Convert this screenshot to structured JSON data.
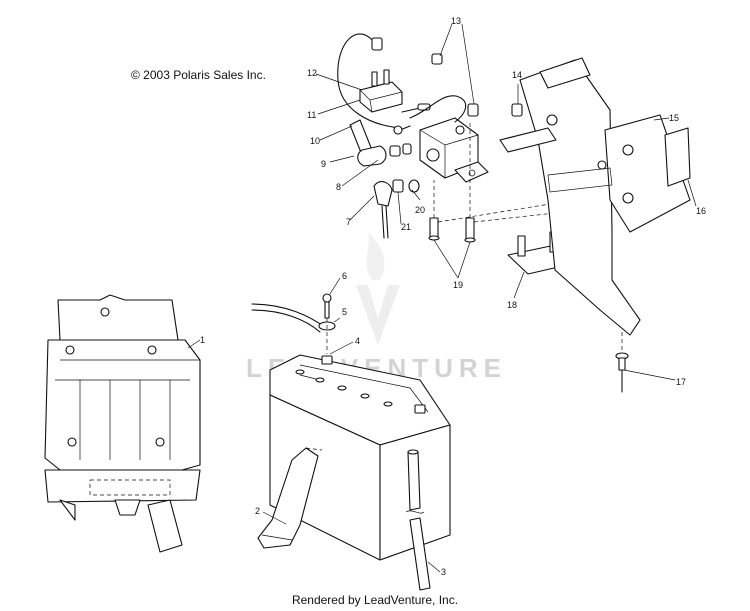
{
  "header": {
    "copyright": "© 2003 Polaris Sales Inc."
  },
  "footer": {
    "rendered_by": "Rendered by LeadVenture, Inc."
  },
  "watermark": {
    "text": "LEADVENTURE"
  },
  "callouts": [
    "1",
    "2",
    "3",
    "4",
    "5",
    "6",
    "7",
    "8",
    "9",
    "10",
    "11",
    "12",
    "13",
    "14",
    "15",
    "16",
    "17",
    "18",
    "19",
    "20",
    "21"
  ]
}
